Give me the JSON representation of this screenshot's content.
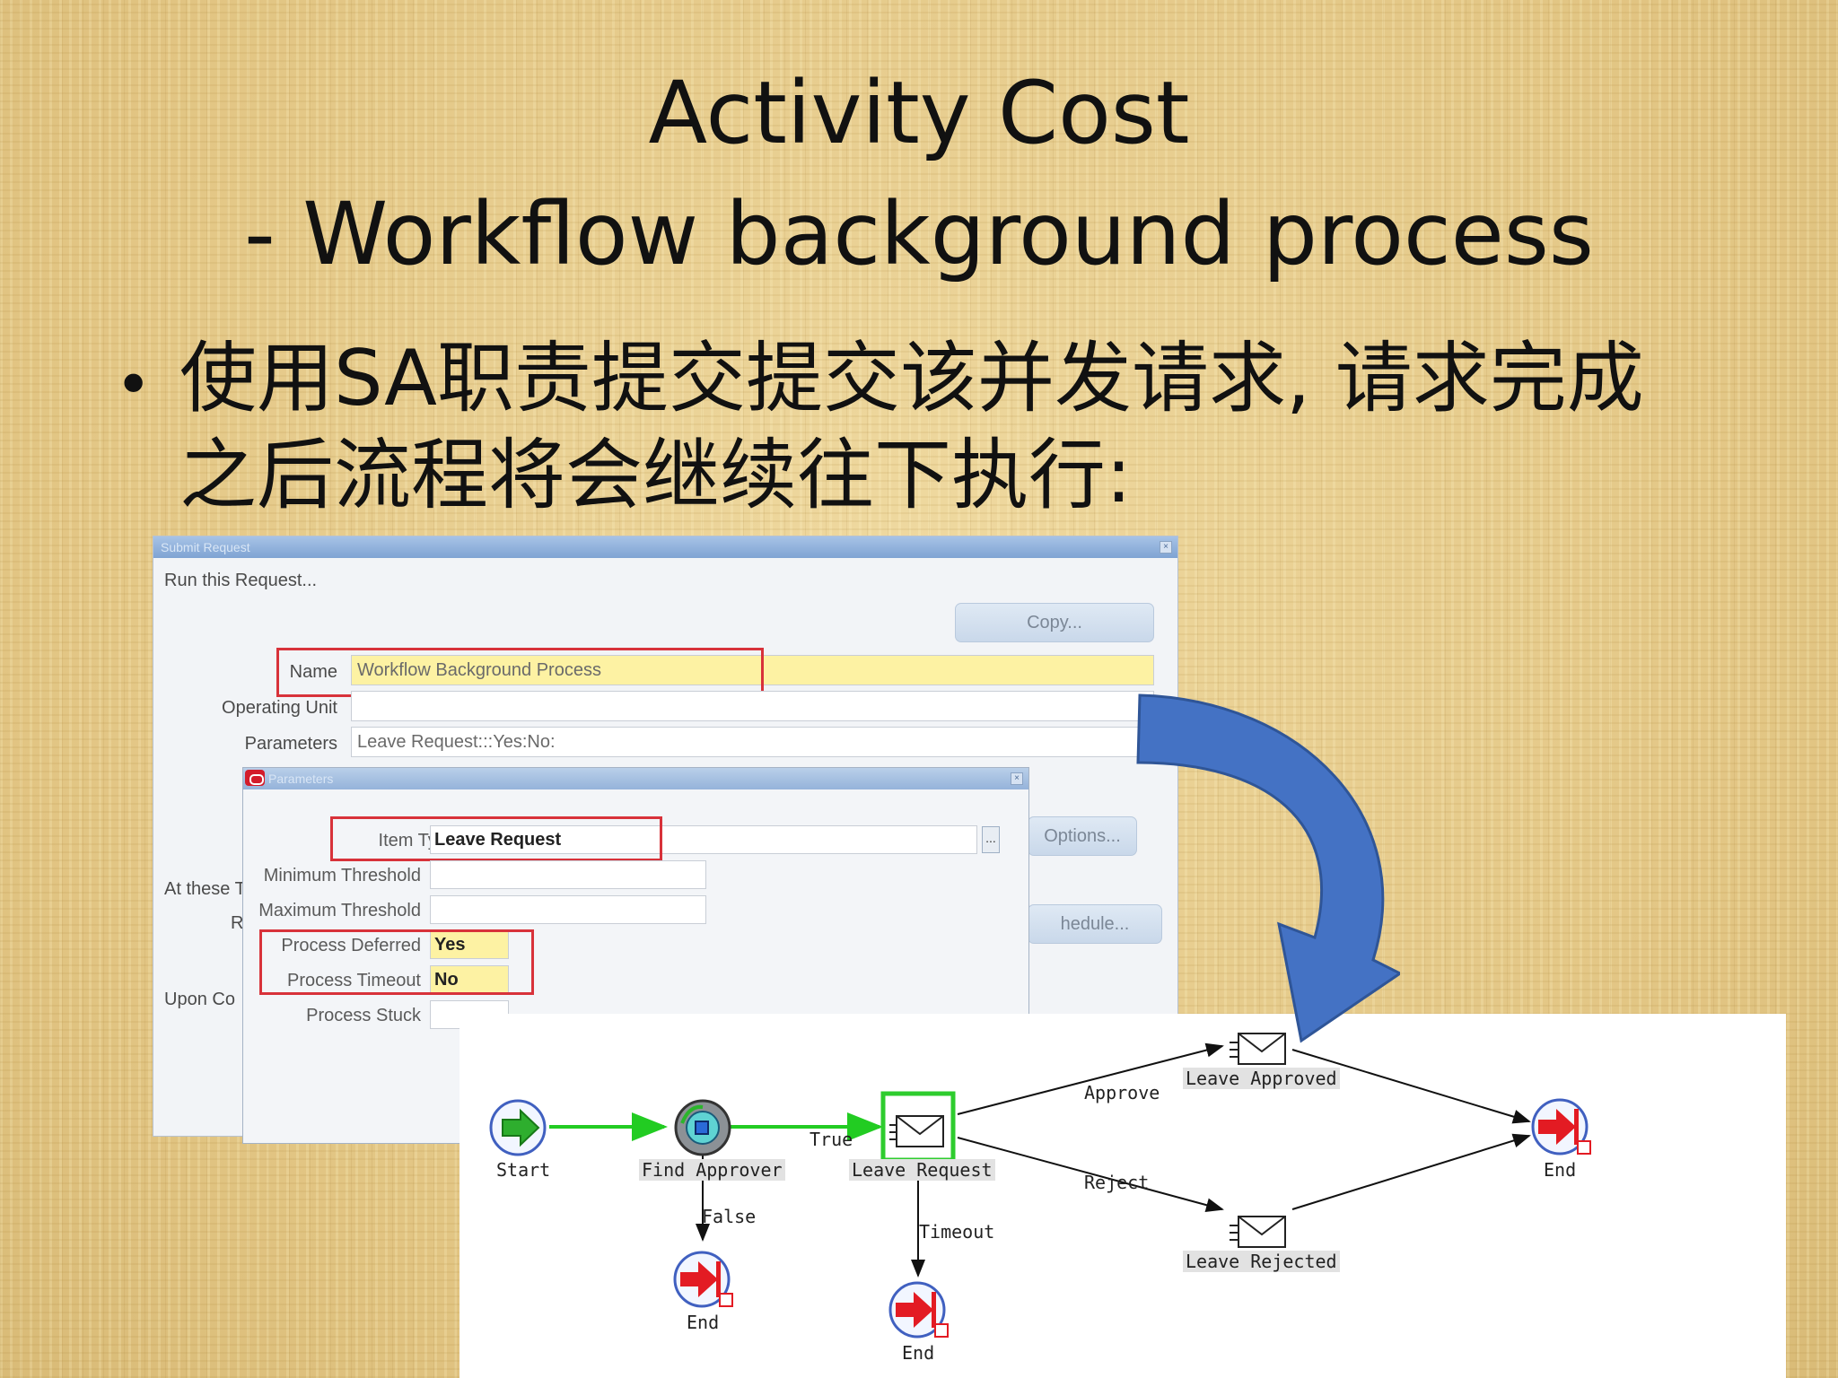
{
  "slide": {
    "title_line1": "Activity Cost",
    "title_line2": "- Workflow background process",
    "bullet": "•",
    "bullet_line1": "使用SA职责提交提交该并发请求, 请求完成",
    "bullet_line2": "之后流程将会继续往下执行:"
  },
  "request_form": {
    "title": "Submit Request",
    "run_label": "Run this Request...",
    "copy_button": "Copy...",
    "name_label": "Name",
    "name_value": "Workflow Background Process",
    "operating_unit_label": "Operating Unit",
    "operating_unit_value": "",
    "parameters_label": "Parameters",
    "parameters_value": "Leave Request:::Yes:No:",
    "options_button": "Options...",
    "at_these_label": "At these T",
    "r_label": "R",
    "schedule_button": "hedule...",
    "upon_label": "Upon Co"
  },
  "parameters_window": {
    "title": "Parameters",
    "item_type_label": "Item Type",
    "item_type_value": "Leave Request",
    "lov_button": "...",
    "min_threshold_label": "Minimum Threshold",
    "min_threshold_value": "",
    "max_threshold_label": "Maximum Threshold",
    "max_threshold_value": "",
    "process_deferred_label": "Process Deferred",
    "process_deferred_value": "Yes",
    "process_timeout_label": "Process Timeout",
    "process_timeout_value": "No",
    "process_stuck_label": "Process Stuck",
    "process_stuck_value": ""
  },
  "workflow": {
    "nodes": {
      "start": "Start",
      "find_approver": "Find Approver",
      "leave_request": "Leave Request",
      "leave_approved": "Leave Approved",
      "leave_rejected": "Leave Rejected",
      "end_main": "End",
      "end_false": "End",
      "end_timeout": "End"
    },
    "edges": {
      "true": "True",
      "false": "False",
      "timeout": "Timeout",
      "approve": "Approve",
      "reject": "Reject"
    }
  },
  "colors": {
    "highlight_box": "#d8323a",
    "active_path": "#22cc22",
    "arrow_fill": "#4472c4",
    "end_node_red": "#e31b23"
  }
}
